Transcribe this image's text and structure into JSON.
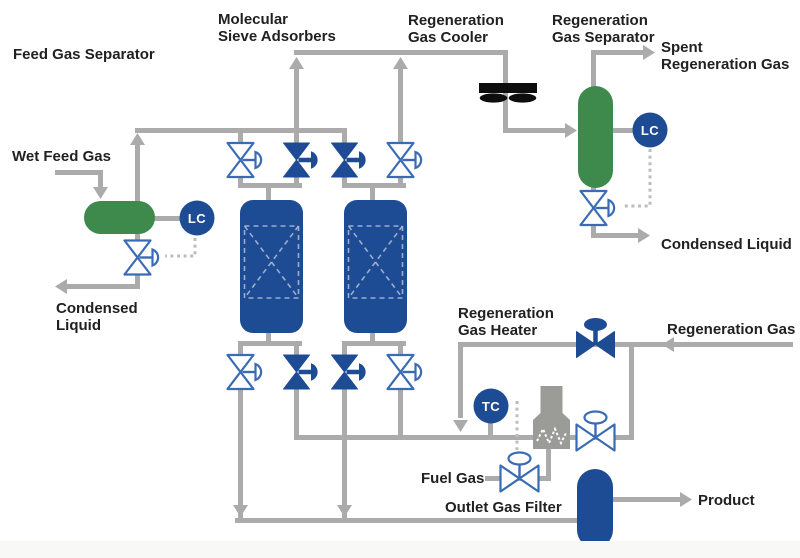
{
  "labels": {
    "feed_separator": {
      "text": "Feed Gas Separator"
    },
    "adsorbers": {
      "line1": "Molecular",
      "line2": "Sieve Adsorbers"
    },
    "cooler": {
      "line1": "Regeneration",
      "line2": "Gas Cooler"
    },
    "regen_separator": {
      "line1": "Regeneration",
      "line2": "Gas Separator"
    },
    "spent_gas": {
      "line1": "Spent",
      "line2": "Regeneration Gas"
    },
    "wet_feed": {
      "text": "Wet Feed Gas"
    },
    "condensed_left": {
      "line1": "Condensed",
      "line2": "Liquid"
    },
    "condensed_right": {
      "text": "Condensed Liquid"
    },
    "heater": {
      "line1": "Regeneration",
      "line2": "Gas Heater"
    },
    "regen_gas": {
      "text": "Regeneration Gas"
    },
    "fuel_gas": {
      "text": "Fuel Gas"
    },
    "outlet_filter": {
      "text": "Outlet Gas Filter"
    },
    "product": {
      "text": "Product"
    }
  },
  "controllers": {
    "lc_feed": "LC",
    "lc_regen": "LC",
    "tc_heater": "TC"
  },
  "valves": [
    {
      "id": "bed1-feed-inlet",
      "state": "open"
    },
    {
      "id": "bed1-regen-outlet",
      "state": "closed"
    },
    {
      "id": "bed2-feed-inlet",
      "state": "closed"
    },
    {
      "id": "bed2-regen-outlet",
      "state": "open"
    },
    {
      "id": "bed1-product-outlet",
      "state": "open"
    },
    {
      "id": "bed1-regen-inlet",
      "state": "closed"
    },
    {
      "id": "bed2-product-outlet",
      "state": "closed"
    },
    {
      "id": "bed2-regen-inlet",
      "state": "open"
    },
    {
      "id": "feed-separator-drain",
      "state": "open"
    },
    {
      "id": "regen-separator-drain",
      "state": "open"
    },
    {
      "id": "regen-gas-bypass",
      "state": "closed"
    },
    {
      "id": "heater-inlet-control",
      "state": "open"
    },
    {
      "id": "fuel-gas-control",
      "state": "open"
    }
  ],
  "colors": {
    "vessel_blue": "#1e4c94",
    "vessel_green": "#3e8a4d",
    "valve_open_outline": "#3a6cb5",
    "pipe_gray": "#ababab",
    "signal_dash_gray": "#bdbdbd",
    "heater_gray": "#9b9b97",
    "cooler_black": "#0d0d0d",
    "label_text": "#212121",
    "controller_text": "#ffffff"
  }
}
